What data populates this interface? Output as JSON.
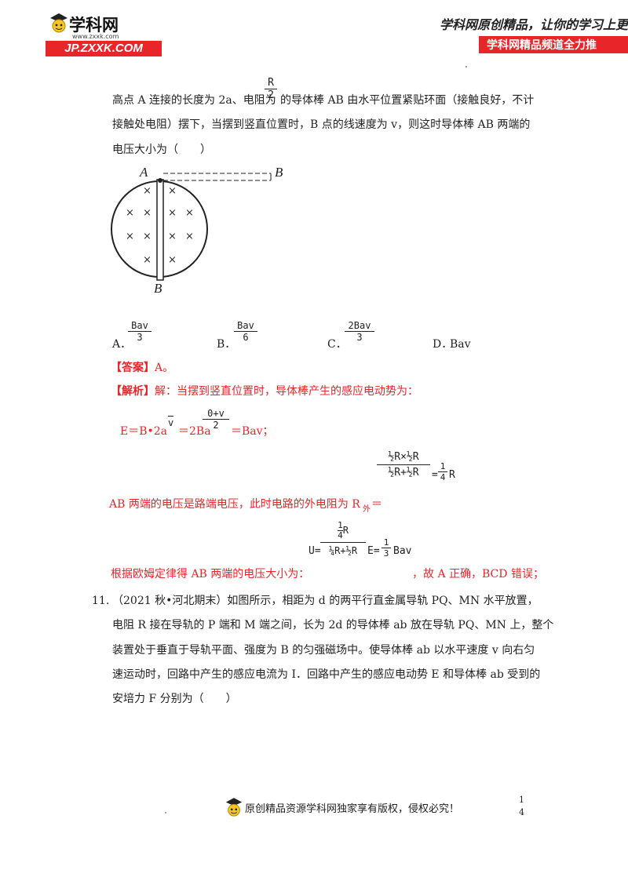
{
  "header": {
    "logo_brand": "学科网",
    "logo_url_small": "www.zxxk.com",
    "logo_site": "JP.ZXXK.COM",
    "slogan": "学科网原创精品，让你的学习上更",
    "banner": "学科网精品频道全力推"
  },
  "problem10": {
    "line1_pre": "高点 A 连接的长度为 2a、电阻为",
    "line1_frac_num": "R",
    "line1_frac_den": "2",
    "line1_post": "的导体棒 AB 由水平位置紧贴环面（接触良好，不计",
    "line2": "接触处电阻）摆下，当摆到竖直位置时，B 点的线速度为 v，则这时导体棒 AB 两端的",
    "line3": "电压大小为（　　）",
    "figure": {
      "label_a_top": "A",
      "label_b_right": "B",
      "label_b_bottom": "B",
      "mark": "×"
    },
    "options": [
      {
        "letter": "A．",
        "num": "Bav",
        "den": "3"
      },
      {
        "letter": "B．",
        "num": "Bav",
        "den": "6"
      },
      {
        "letter": "C．",
        "num": "2Bav",
        "den": "3"
      },
      {
        "letter": "D．",
        "text": "Bav"
      }
    ],
    "answer_tag": "【答案】",
    "answer": "A。",
    "analysis_tag": "【解析】",
    "analysis_intro": "解：当摆到竖直位置时，导体棒产生的感应电动势为：",
    "emf_pre": "E＝B•2a",
    "emf_vbar": "v",
    "emf_mid": "＝2Ba",
    "emf_frac_num": "0+v",
    "emf_frac_den": "2",
    "emf_post": "＝Bav；",
    "ext_resist_text": "AB 两端的电压是路端电压，此时电路的外电阻为 R",
    "ext_resist_sub": "外",
    "ext_resist_eq": "＝",
    "ext_formula": {
      "top_num": "½R×½R",
      "bot": "½R+½R",
      "result": "=",
      "res_num": "1",
      "res_den": "4",
      "res_tail": "R"
    },
    "ohm_text": "根据欧姆定律得 AB 两端的电压大小为：",
    "ohm_formula": {
      "lhs": "U=",
      "top_num": "1",
      "top_den": "4",
      "top_tail": "R",
      "bot": "¼R+½R",
      "mid": "E=",
      "res_num": "1",
      "res_den": "3",
      "res_tail": "Bav"
    },
    "conclusion": "，故 A 正确，BCD 错误；"
  },
  "problem11": {
    "number": "11.",
    "line1": "（2021 秋•河北期末）如图所示，相距为 d 的两平行直金属导轨 PQ、MN 水平放置，",
    "line2": "电阻 R 接在导轨的 P 端和 M 端之间，长为 2d 的导体棒 ab 放在导轨 PQ、MN 上，整个",
    "line3": "装置处于垂直于导轨平面、强度为 B 的匀强磁场中。使导体棒 ab 以水平速度 v 向右匀",
    "line4": "速运动时，回路中产生的感应电流为 I．回路中产生的感应电动势 E 和导体棒 ab 受到的",
    "line5": "安培力 F 分别为（　　）"
  },
  "footer": {
    "notice": "原创精品资源学科网独家享有版权，侵权必究！",
    "page_top": "1",
    "page_bottom": "4"
  }
}
